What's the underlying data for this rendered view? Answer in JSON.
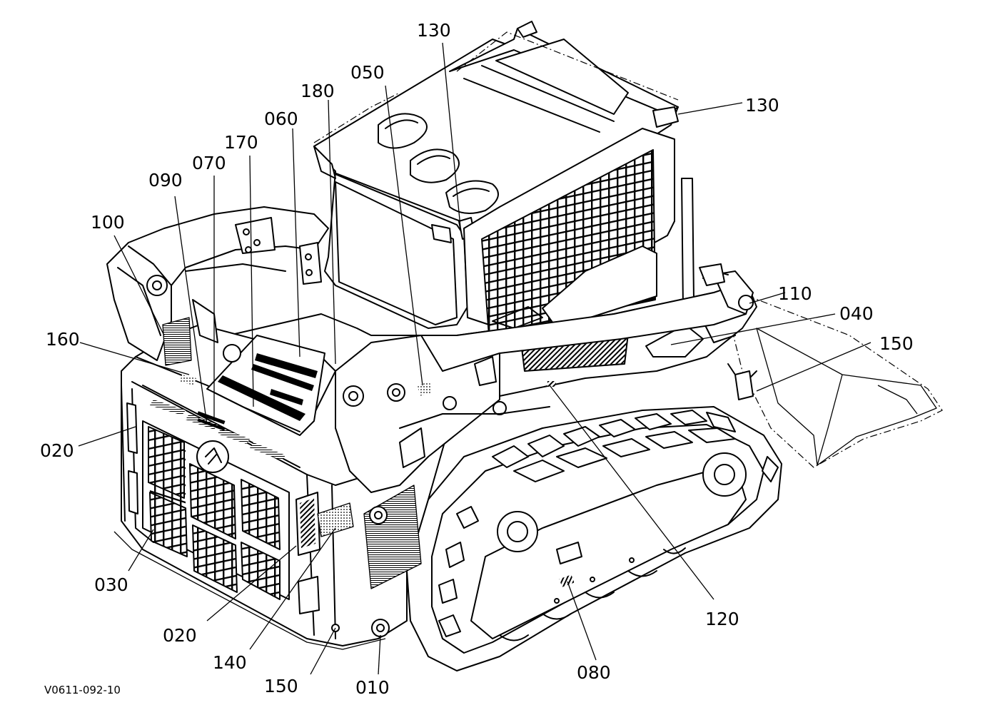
{
  "figure_code": "V0611-092-10",
  "callouts": {
    "c010": "010",
    "c020a": "020",
    "c020b": "020",
    "c030": "030",
    "c040": "040",
    "c050": "050",
    "c060": "060",
    "c070": "070",
    "c080": "080",
    "c090": "090",
    "c100": "100",
    "c110": "110",
    "c120": "120",
    "c130a": "130",
    "c130b": "130",
    "c140": "140",
    "c150a": "150",
    "c150b": "150",
    "c160": "160",
    "c170": "170",
    "c180": "180"
  }
}
